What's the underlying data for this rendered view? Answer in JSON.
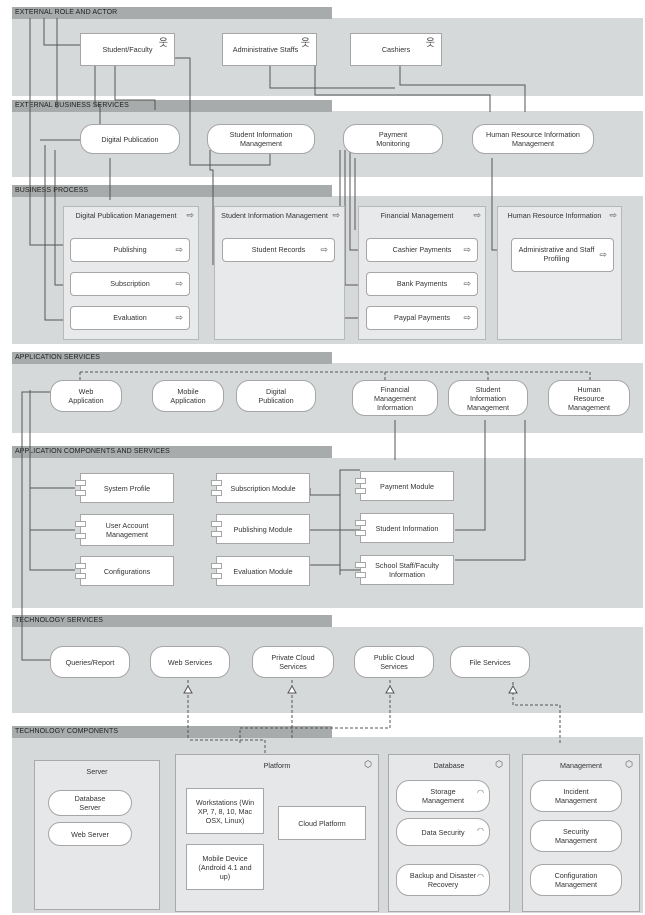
{
  "layers": {
    "external_role": "EXTERNAL ROLE AND ACTOR",
    "external_services": "EXTERNAL BUSINESS SERVICES",
    "business_process": "BUSINESS PROCESS",
    "application_services": "APPLICATION SERVICES",
    "application_components": "APPLICATION COMPONENTS AND SERVICES",
    "technology_services": "TECHNOLOGY SERVICES",
    "technology_components": "TECHNOLOGY COMPONENTS"
  },
  "actors": [
    "Student/Faculty",
    "Administrative Staffs",
    "Cashiers"
  ],
  "external_services": [
    "Digital Publication",
    "Student Information Management",
    "Payment Monitoring",
    "Human Resource Information Management"
  ],
  "process_groups": [
    {
      "title": "Digital Publication Management",
      "items": [
        "Publishing",
        "Subscription",
        "Evaluation"
      ]
    },
    {
      "title": "Student Information Management",
      "items": [
        "Student Records"
      ]
    },
    {
      "title": "Financial Management",
      "items": [
        "Cashier Payments",
        "Bank Payments",
        "Paypal Payments"
      ]
    },
    {
      "title": "Human Resource Information",
      "items": [
        "Administrative and Staff Profiling"
      ]
    }
  ],
  "app_services": [
    "Web Application",
    "Mobile Application",
    "Digital Publication",
    "Financial Management Information",
    "Student Information Management",
    "Human Resource Management"
  ],
  "app_components": {
    "col1": [
      "System Profile",
      "User Account Management",
      "Configurations"
    ],
    "col2": [
      "Subscription Module",
      "Publishing Module",
      "Evaluation Module"
    ],
    "col3": [
      "Payment Module",
      "Student Information",
      "School Staff/Faculty Information"
    ]
  },
  "tech_services": [
    "Queries/Report",
    "Web Services",
    "Private Cloud Services",
    "Public Cloud Services",
    "File Services"
  ],
  "tech_components": {
    "server": {
      "title": "Server",
      "items": [
        "Database Server",
        "Web Server"
      ]
    },
    "platform": {
      "title": "Platform",
      "workstations": "Workstations (Win XP, 7, 8, 10, Mac OSX, Linux)",
      "mobile": "Mobile Device (Android 4.1 and up)",
      "cloud": "Cloud Platform"
    },
    "database": {
      "title": "Database",
      "items": [
        "Storage Management",
        "Data Security",
        "Backup and Disaster Recovery"
      ]
    },
    "management": {
      "title": "Management",
      "items": [
        "Incident Management",
        "Security Management",
        "Configuration Management"
      ]
    }
  },
  "icons": {
    "actor": "actor-icon",
    "process": "process-arrow-icon",
    "node": "node-icon",
    "system_software": "system-software-icon"
  },
  "colors": {
    "band": "#d6d9da",
    "tab": "#a8abab",
    "line": "#555555"
  }
}
